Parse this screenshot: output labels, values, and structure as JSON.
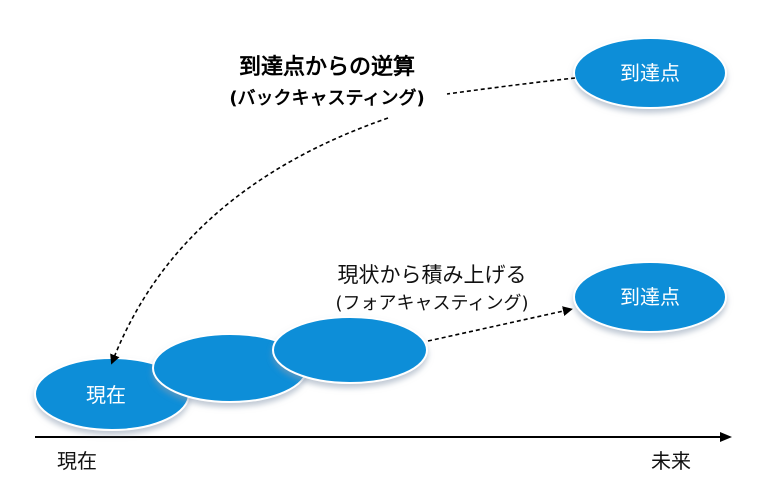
{
  "backcasting": {
    "title": "到達点からの逆算",
    "subtitle": "(バックキャスティング)"
  },
  "forecasting": {
    "title": "現状から積み上げる",
    "subtitle": "(フォアキャスティング)"
  },
  "nodes": {
    "goal_top": "到達点",
    "goal_bottom": "到達点",
    "present": "現在"
  },
  "timeline": {
    "start_label": "現在",
    "end_label": "未来"
  },
  "colors": {
    "node_fill": "#0B8ED8",
    "node_stroke": "#FFFFFF",
    "shadow": "#8A9BB0",
    "arrow": "#000000"
  }
}
